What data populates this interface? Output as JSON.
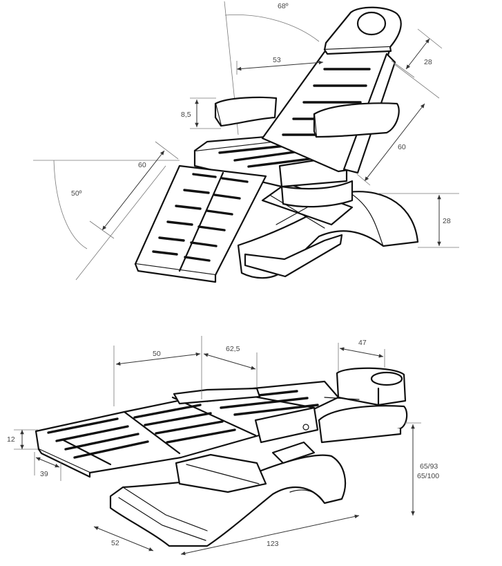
{
  "top_view": {
    "angle_back": "68º",
    "angle_legs": "50º",
    "back_width": "53",
    "armrest_height": "8,5",
    "headrest_length": "28",
    "backrest_length": "60",
    "legrest_length": "60",
    "base_height": "28"
  },
  "bottom_view": {
    "seat_length": "50",
    "middle_length": "62,5",
    "head_length": "47",
    "foot_thickness": "12",
    "foot_width": "39",
    "height_range_1": "65/93",
    "height_range_2": "65/100",
    "base_width": "52",
    "total_length": "123"
  },
  "colors": {
    "line": "#111111",
    "dimension": "#333333",
    "text": "#444444",
    "background": "#ffffff"
  }
}
